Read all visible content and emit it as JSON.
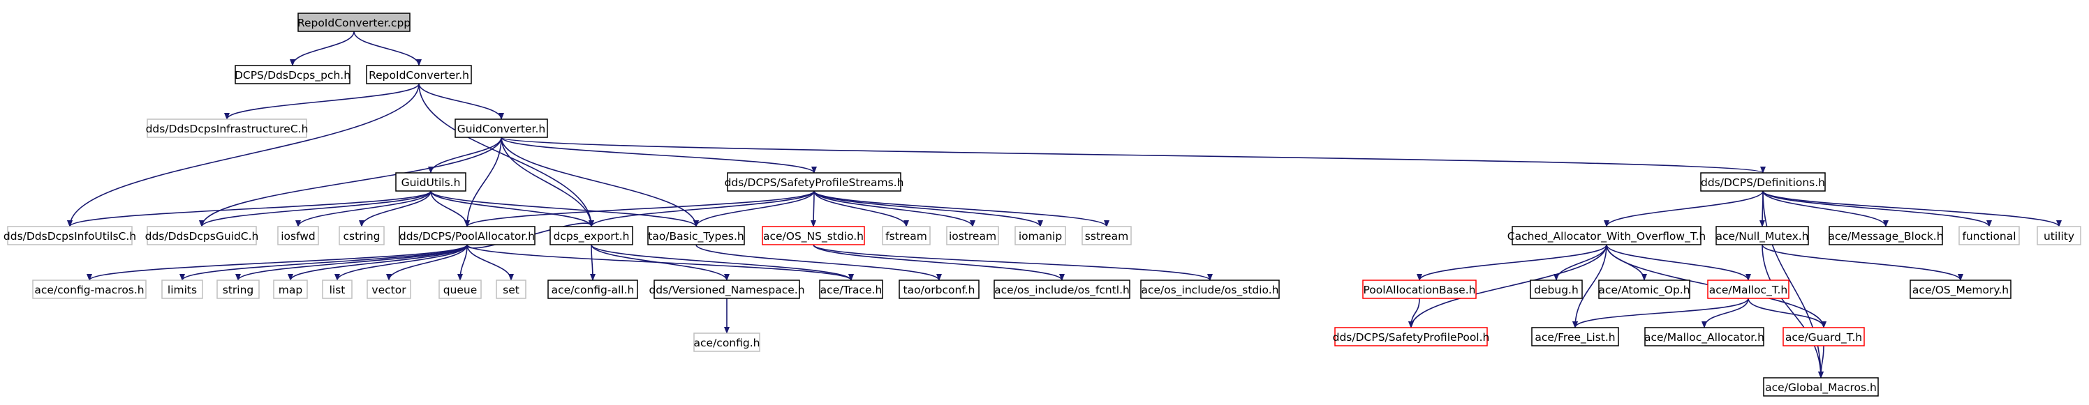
{
  "colors": {
    "edge": "#191970",
    "root_fill": "#bfbfbf",
    "normal_stroke": "#000000",
    "external_stroke": "#bfbfbf",
    "missing_stroke": "#ff0000"
  },
  "nodes": [
    {
      "id": "n_repoidconverter_cpp",
      "label": "RepoIdConverter.cpp",
      "style": "root"
    },
    {
      "id": "n_ddsdcps_pch",
      "label": "DCPS/DdsDcps_pch.h",
      "style": "normal"
    },
    {
      "id": "n_repoidconverter_h",
      "label": "RepoIdConverter.h",
      "style": "normal"
    },
    {
      "id": "n_infrastructurec",
      "label": "dds/DdsDcpsInfrastructureC.h",
      "style": "external"
    },
    {
      "id": "n_guidconverter",
      "label": "GuidConverter.h",
      "style": "normal"
    },
    {
      "id": "n_guidutils",
      "label": "GuidUtils.h",
      "style": "normal"
    },
    {
      "id": "n_safetyprofilestreams",
      "label": "dds/DCPS/SafetyProfileStreams.h",
      "style": "normal"
    },
    {
      "id": "n_definitions",
      "label": "dds/DCPS/Definitions.h",
      "style": "normal"
    },
    {
      "id": "n_infoutilsc",
      "label": "dds/DdsDcpsInfoUtilsC.h",
      "style": "external"
    },
    {
      "id": "n_guidc",
      "label": "dds/DdsDcpsGuidC.h",
      "style": "external"
    },
    {
      "id": "n_iosfwd",
      "label": "iosfwd",
      "style": "external"
    },
    {
      "id": "n_cstring",
      "label": "cstring",
      "style": "external"
    },
    {
      "id": "n_poolallocator",
      "label": "dds/DCPS/PoolAllocator.h",
      "style": "normal"
    },
    {
      "id": "n_dcps_export",
      "label": "dcps_export.h",
      "style": "normal"
    },
    {
      "id": "n_basic_types",
      "label": "tao/Basic_Types.h",
      "style": "normal"
    },
    {
      "id": "n_os_ns_stdio",
      "label": "ace/OS_NS_stdio.h",
      "style": "missing"
    },
    {
      "id": "n_fstream",
      "label": "fstream",
      "style": "external"
    },
    {
      "id": "n_iostream",
      "label": "iostream",
      "style": "external"
    },
    {
      "id": "n_iomanip",
      "label": "iomanip",
      "style": "external"
    },
    {
      "id": "n_sstream",
      "label": "sstream",
      "style": "external"
    },
    {
      "id": "n_config_macros",
      "label": "ace/config-macros.h",
      "style": "external"
    },
    {
      "id": "n_limits",
      "label": "limits",
      "style": "external"
    },
    {
      "id": "n_string",
      "label": "string",
      "style": "external"
    },
    {
      "id": "n_map",
      "label": "map",
      "style": "external"
    },
    {
      "id": "n_list",
      "label": "list",
      "style": "external"
    },
    {
      "id": "n_vector",
      "label": "vector",
      "style": "external"
    },
    {
      "id": "n_queue",
      "label": "queue",
      "style": "external"
    },
    {
      "id": "n_set",
      "label": "set",
      "style": "external"
    },
    {
      "id": "n_config_all",
      "label": "ace/config-all.h",
      "style": "normal"
    },
    {
      "id": "n_versioned_ns",
      "label": "dds/Versioned_Namespace.h",
      "style": "normal"
    },
    {
      "id": "n_trace",
      "label": "ace/Trace.h",
      "style": "normal"
    },
    {
      "id": "n_orbconf",
      "label": "tao/orbconf.h",
      "style": "normal"
    },
    {
      "id": "n_os_fcntl",
      "label": "ace/os_include/os_fcntl.h",
      "style": "normal"
    },
    {
      "id": "n_os_stdio",
      "label": "ace/os_include/os_stdio.h",
      "style": "normal"
    },
    {
      "id": "n_ace_config",
      "label": "ace/config.h",
      "style": "external"
    },
    {
      "id": "n_cached_allocator",
      "label": "Cached_Allocator_With_Overflow_T.h",
      "style": "normal"
    },
    {
      "id": "n_null_mutex",
      "label": "ace/Null_Mutex.h",
      "style": "normal"
    },
    {
      "id": "n_message_block",
      "label": "ace/Message_Block.h",
      "style": "normal"
    },
    {
      "id": "n_functional",
      "label": "functional",
      "style": "external"
    },
    {
      "id": "n_utility",
      "label": "utility",
      "style": "external"
    },
    {
      "id": "n_poolallocationbase",
      "label": "PoolAllocationBase.h",
      "style": "missing"
    },
    {
      "id": "n_debug",
      "label": "debug.h",
      "style": "normal"
    },
    {
      "id": "n_atomic_op",
      "label": "ace/Atomic_Op.h",
      "style": "normal"
    },
    {
      "id": "n_malloc_t",
      "label": "ace/Malloc_T.h",
      "style": "missing"
    },
    {
      "id": "n_os_memory",
      "label": "ace/OS_Memory.h",
      "style": "normal"
    },
    {
      "id": "n_safetyprofilepool",
      "label": "dds/DCPS/SafetyProfilePool.h",
      "style": "missing"
    },
    {
      "id": "n_free_list",
      "label": "ace/Free_List.h",
      "style": "normal"
    },
    {
      "id": "n_malloc_allocator",
      "label": "ace/Malloc_Allocator.h",
      "style": "normal"
    },
    {
      "id": "n_guard_t",
      "label": "ace/Guard_T.h",
      "style": "missing"
    },
    {
      "id": "n_global_macros",
      "label": "ace/Global_Macros.h",
      "style": "normal"
    }
  ],
  "edges": [
    [
      "n_repoidconverter_cpp",
      "n_ddsdcps_pch"
    ],
    [
      "n_repoidconverter_cpp",
      "n_repoidconverter_h"
    ],
    [
      "n_repoidconverter_h",
      "n_infrastructurec"
    ],
    [
      "n_repoidconverter_h",
      "n_guidconverter"
    ],
    [
      "n_repoidconverter_h",
      "n_infoutilsc"
    ],
    [
      "n_repoidconverter_h",
      "n_dcps_export"
    ],
    [
      "n_guidconverter",
      "n_guidutils"
    ],
    [
      "n_guidconverter",
      "n_guidc"
    ],
    [
      "n_guidconverter",
      "n_poolallocator"
    ],
    [
      "n_guidconverter",
      "n_dcps_export"
    ],
    [
      "n_guidconverter",
      "n_basic_types"
    ],
    [
      "n_guidconverter",
      "n_safetyprofilestreams"
    ],
    [
      "n_guidconverter",
      "n_definitions"
    ],
    [
      "n_guidutils",
      "n_infoutilsc"
    ],
    [
      "n_guidutils",
      "n_guidc"
    ],
    [
      "n_guidutils",
      "n_iosfwd"
    ],
    [
      "n_guidutils",
      "n_cstring"
    ],
    [
      "n_guidutils",
      "n_poolallocator"
    ],
    [
      "n_guidutils",
      "n_dcps_export"
    ],
    [
      "n_guidutils",
      "n_basic_types"
    ],
    [
      "n_safetyprofilestreams",
      "n_poolallocator"
    ],
    [
      "n_safetyprofilestreams",
      "n_dcps_export"
    ],
    [
      "n_safetyprofilestreams",
      "n_basic_types"
    ],
    [
      "n_safetyprofilestreams",
      "n_os_ns_stdio"
    ],
    [
      "n_safetyprofilestreams",
      "n_fstream"
    ],
    [
      "n_safetyprofilestreams",
      "n_iostream"
    ],
    [
      "n_safetyprofilestreams",
      "n_iomanip"
    ],
    [
      "n_safetyprofilestreams",
      "n_sstream"
    ],
    [
      "n_poolallocator",
      "n_config_macros"
    ],
    [
      "n_poolallocator",
      "n_limits"
    ],
    [
      "n_poolallocator",
      "n_string"
    ],
    [
      "n_poolallocator",
      "n_map"
    ],
    [
      "n_poolallocator",
      "n_list"
    ],
    [
      "n_poolallocator",
      "n_vector"
    ],
    [
      "n_poolallocator",
      "n_queue"
    ],
    [
      "n_poolallocator",
      "n_set"
    ],
    [
      "n_poolallocator",
      "n_dcps_export"
    ],
    [
      "n_poolallocator",
      "n_trace"
    ],
    [
      "n_dcps_export",
      "n_config_all"
    ],
    [
      "n_dcps_export",
      "n_versioned_ns"
    ],
    [
      "n_dcps_export",
      "n_trace"
    ],
    [
      "n_versioned_ns",
      "n_ace_config"
    ],
    [
      "n_basic_types",
      "n_orbconf"
    ],
    [
      "n_os_ns_stdio",
      "n_os_fcntl"
    ],
    [
      "n_os_ns_stdio",
      "n_os_stdio"
    ],
    [
      "n_definitions",
      "n_cached_allocator"
    ],
    [
      "n_definitions",
      "n_null_mutex"
    ],
    [
      "n_definitions",
      "n_message_block"
    ],
    [
      "n_definitions",
      "n_functional"
    ],
    [
      "n_definitions",
      "n_utility"
    ],
    [
      "n_definitions",
      "n_global_macros"
    ],
    [
      "n_cached_allocator",
      "n_poolallocationbase"
    ],
    [
      "n_cached_allocator",
      "n_debug"
    ],
    [
      "n_cached_allocator",
      "n_atomic_op"
    ],
    [
      "n_cached_allocator",
      "n_malloc_t"
    ],
    [
      "n_cached_allocator",
      "n_safetyprofilepool"
    ],
    [
      "n_cached_allocator",
      "n_free_list"
    ],
    [
      "n_cached_allocator",
      "n_guard_t"
    ],
    [
      "n_poolallocationbase",
      "n_safetyprofilepool"
    ],
    [
      "n_malloc_t",
      "n_free_list"
    ],
    [
      "n_malloc_t",
      "n_malloc_allocator"
    ],
    [
      "n_malloc_t",
      "n_guard_t"
    ],
    [
      "n_null_mutex",
      "n_os_memory"
    ],
    [
      "n_null_mutex",
      "n_global_macros"
    ],
    [
      "n_guard_t",
      "n_global_macros"
    ]
  ]
}
